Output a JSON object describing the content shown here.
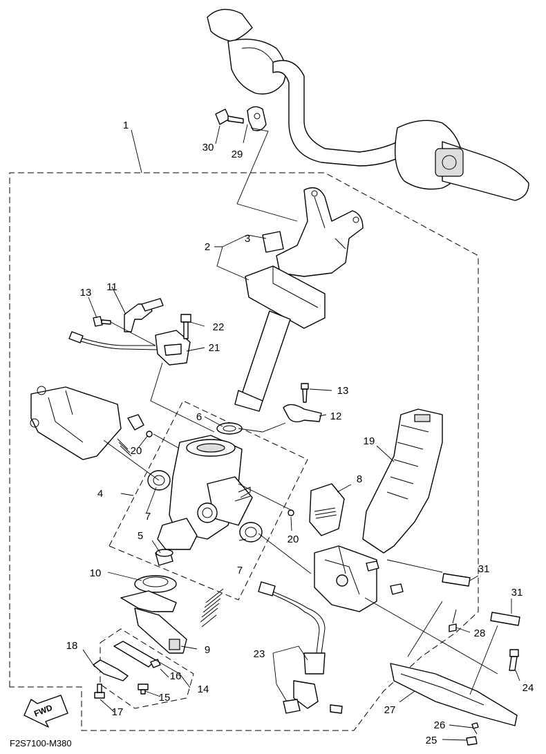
{
  "diagram_code": "F2S7100-M380",
  "fwd_label": "FWD",
  "callouts": [
    {
      "id": "1",
      "text": "1"
    },
    {
      "id": "2",
      "text": "2"
    },
    {
      "id": "3",
      "text": "3"
    },
    {
      "id": "4",
      "text": "4"
    },
    {
      "id": "5",
      "text": "5"
    },
    {
      "id": "6",
      "text": "6"
    },
    {
      "id": "7a",
      "text": "7"
    },
    {
      "id": "7b",
      "text": "7"
    },
    {
      "id": "8",
      "text": "8"
    },
    {
      "id": "9",
      "text": "9"
    },
    {
      "id": "10",
      "text": "10"
    },
    {
      "id": "11",
      "text": "11"
    },
    {
      "id": "12",
      "text": "12"
    },
    {
      "id": "13a",
      "text": "13"
    },
    {
      "id": "13b",
      "text": "13"
    },
    {
      "id": "14",
      "text": "14"
    },
    {
      "id": "15",
      "text": "15"
    },
    {
      "id": "16",
      "text": "16"
    },
    {
      "id": "17",
      "text": "17"
    },
    {
      "id": "18",
      "text": "18"
    },
    {
      "id": "19",
      "text": "19"
    },
    {
      "id": "20a",
      "text": "20"
    },
    {
      "id": "20b",
      "text": "20"
    },
    {
      "id": "21",
      "text": "21"
    },
    {
      "id": "22",
      "text": "22"
    },
    {
      "id": "23",
      "text": "23"
    },
    {
      "id": "24",
      "text": "24"
    },
    {
      "id": "25",
      "text": "25"
    },
    {
      "id": "26",
      "text": "26"
    },
    {
      "id": "27",
      "text": "27"
    },
    {
      "id": "28",
      "text": "28"
    },
    {
      "id": "29",
      "text": "29"
    },
    {
      "id": "30",
      "text": "30"
    },
    {
      "id": "31a",
      "text": "31"
    },
    {
      "id": "31b",
      "text": "31"
    }
  ]
}
